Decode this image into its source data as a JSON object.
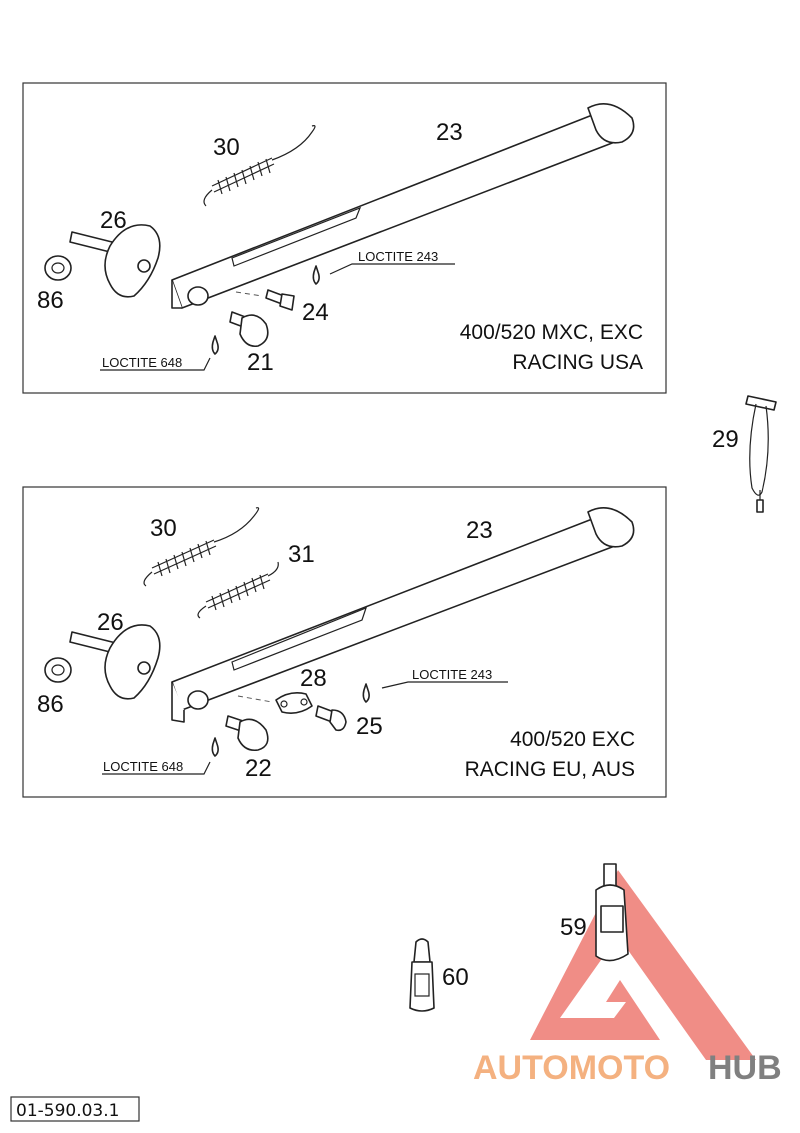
{
  "panel_usa": {
    "labels": {
      "spring": "30",
      "stand": "23",
      "pivot": "26",
      "nut": "86",
      "screw": "24",
      "bolt": "21"
    },
    "loctite_screw": "LOCTITE 243",
    "loctite_bolt": "LOCTITE 648",
    "variant_line1": "400/520 MXC, EXC",
    "variant_line2": "RACING USA"
  },
  "panel_eu": {
    "labels": {
      "spring_a": "30",
      "spring_b": "31",
      "stand": "23",
      "pivot": "26",
      "nut": "86",
      "plate": "28",
      "screw": "25",
      "bolt": "22"
    },
    "loctite_screw": "LOCTITE 243",
    "loctite_bolt": "LOCTITE 648",
    "variant_line1": "400/520 EXC",
    "variant_line2": "RACING EU, AUS"
  },
  "loose_parts": {
    "puller": "29",
    "loctite_bottle": "59",
    "grease_tube": "60"
  },
  "doc_ref": "01-590.03.1",
  "watermark": {
    "part1": "AUTOMOTO",
    "part2": "HUB",
    "colors": {
      "accent": "#f3a46b",
      "dark": "#6b6b6b",
      "triangle": "#e8574d"
    }
  }
}
